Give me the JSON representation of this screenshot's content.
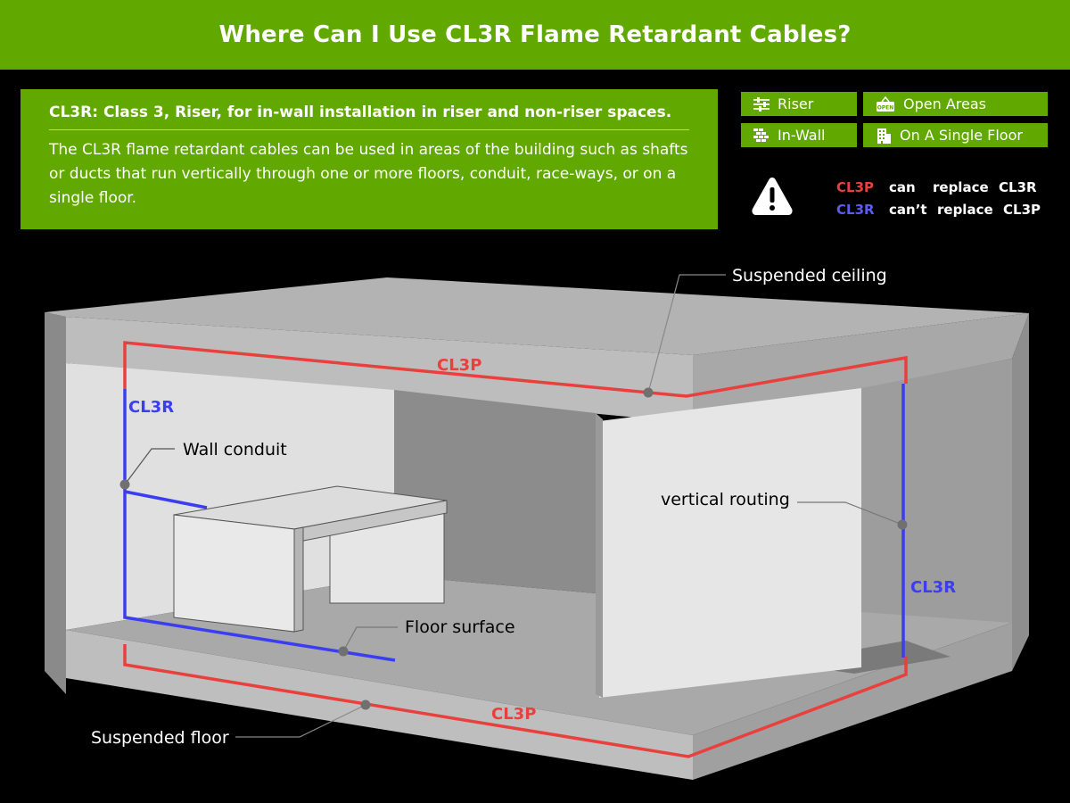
{
  "title": "Where Can I Use CL3R Flame Retardant Cables?",
  "info": {
    "heading": "CL3R: Class 3, Riser, for in-wall installation in riser and non-riser spaces.",
    "body": "The CL3R flame retardant cables can be used in areas of the building such as shafts or ducts that run vertically through one or more floors,      conduit, race-ways, or on a single floor."
  },
  "tags": {
    "riser": "Riser",
    "in_wall": "In-Wall",
    "open_areas": "Open Areas",
    "single_floor": "On A Single Floor",
    "open_sign_text": "OPEN"
  },
  "replace": {
    "row1": {
      "a": "CL3P",
      "verb": "can",
      "action": "replace",
      "b": "CL3R"
    },
    "row2": {
      "a": "CL3R",
      "verb": "can’t",
      "action": "replace",
      "b": "CL3P"
    }
  },
  "diagram": {
    "cl3p_top": "CL3P",
    "cl3p_bottom": "CL3P",
    "cl3r_left": "CL3R",
    "cl3r_right": "CL3R",
    "callouts": {
      "suspended_ceiling": "Suspended ceiling",
      "wall_conduit": "Wall conduit",
      "vertical_routing": "vertical routing",
      "floor_surface": "Floor surface",
      "suspended_floor": "Suspended floor"
    }
  },
  "colors": {
    "green": "#61a800",
    "cl3p_red": "#e8403d",
    "cl3r_blue": "#3b3df0"
  }
}
